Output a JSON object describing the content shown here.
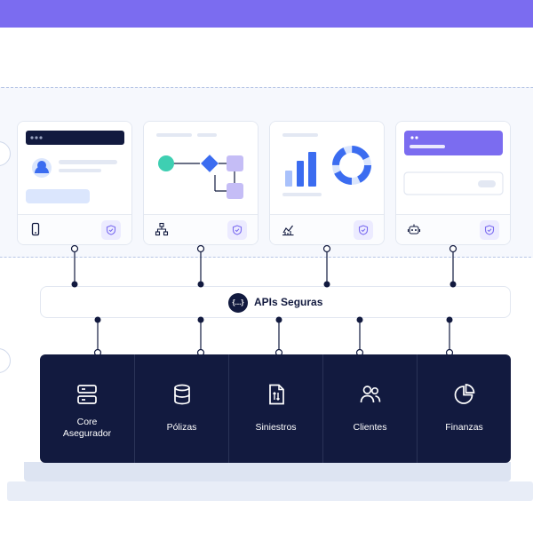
{
  "api_gateway": {
    "label": "APIs Seguras",
    "icon_text": "{...}",
    "icon": "braces-icon"
  },
  "cards": [
    {
      "id": "mobile",
      "footer_icon": "mobile-icon",
      "badge_icon": "shield-check-icon"
    },
    {
      "id": "workflow",
      "footer_icon": "sitemap-icon",
      "badge_icon": "shield-check-icon"
    },
    {
      "id": "analytics",
      "footer_icon": "chart-icon",
      "badge_icon": "shield-check-icon"
    },
    {
      "id": "bot",
      "footer_icon": "robot-icon",
      "badge_icon": "shield-check-icon"
    }
  ],
  "core_modules": [
    {
      "label": "Core\nAsegurador",
      "icon": "server-icon"
    },
    {
      "label": "Pólizas",
      "icon": "database-icon"
    },
    {
      "label": "Siniestros",
      "icon": "document-icon"
    },
    {
      "label": "Clientes",
      "icon": "users-icon"
    },
    {
      "label": "Finanzas",
      "icon": "pie-chart-icon"
    }
  ],
  "colors": {
    "navy": "#121a3f",
    "purple": "#7b6cf0",
    "teal": "#3ecfb2",
    "blue": "#3b6cf0",
    "lavender": "#c5bdf6",
    "light_blue": "#dbe6fd"
  }
}
